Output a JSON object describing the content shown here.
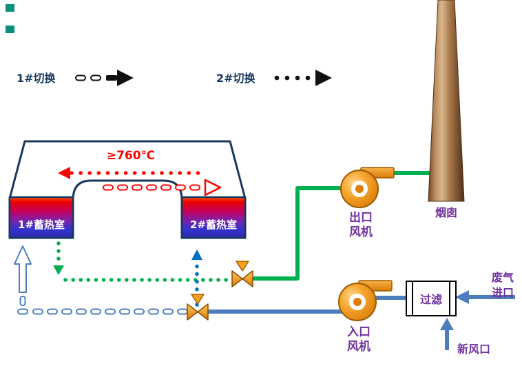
{
  "legend": {
    "switch1": "1#切换",
    "switch2": "2#切换"
  },
  "furnace": {
    "temperature": "≥760℃",
    "regenerator1": "1#蓄热室",
    "regenerator2": "2#蓄热室"
  },
  "stack": {
    "label": "烟囱"
  },
  "fans": {
    "outlet": {
      "line1": "出口",
      "line2": "风机"
    },
    "inlet": {
      "line1": "入口",
      "line2": "风机"
    }
  },
  "filter": {
    "label": "过滤"
  },
  "inlets": {
    "waste_gas_line1": "废气",
    "waste_gas_line2": "进口",
    "fresh_air": "新风口"
  },
  "colors": {
    "pipe_green": "#00B050",
    "pipe_blue": "#4E7DBE",
    "flow_blue_dotted": "#0070C0",
    "flow_red": "#FF0000",
    "label_purple": "#7030A0",
    "legend_navy": "#17375E",
    "equipment_orange": "#F09A1E"
  }
}
